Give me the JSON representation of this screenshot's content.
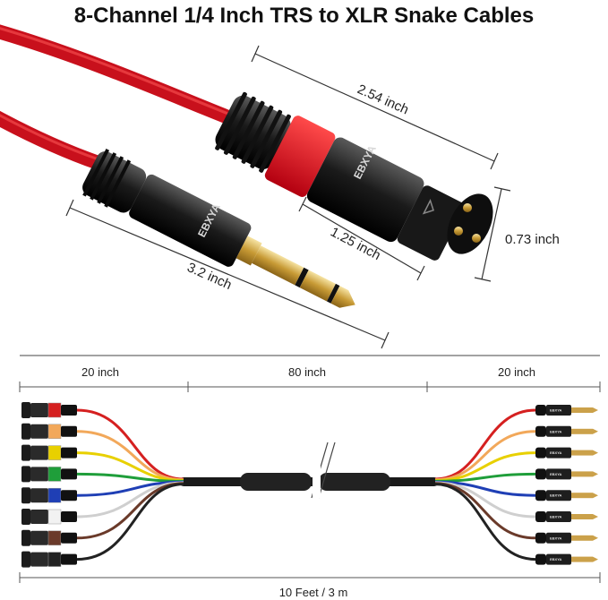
{
  "title": "8-Channel 1/4 Inch TRS to XLR Snake Cables",
  "brand": "EBXYA",
  "dimensions": {
    "xlr_length": "2.54 inch",
    "xlr_diameter": "0.73 inch",
    "trs_tip_length": "1.25 inch",
    "trs_length": "3.2 inch"
  },
  "sections": {
    "left": "20 inch",
    "middle": "80 inch",
    "right": "20 inch"
  },
  "total_length": "10 Feet / 3 m",
  "channel_colors": [
    "#d52020",
    "#f2a85a",
    "#e8d000",
    "#1f9e3a",
    "#1f3fb5",
    "#f2f2f2",
    "#6a3a2a",
    "#222222"
  ]
}
